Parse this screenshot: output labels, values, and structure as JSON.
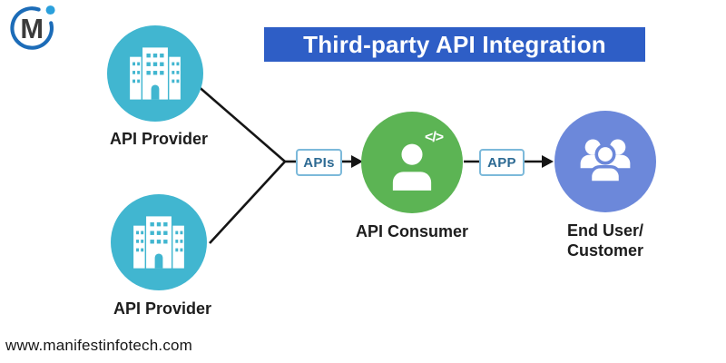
{
  "header": {
    "title": "Third-party API Integration",
    "banner_color": "#2e5ec6",
    "title_color": "#ffffff"
  },
  "logo": {
    "letter": "M",
    "ring_color": "#1c6cb8",
    "dot_color": "#2ba0dc",
    "letter_color": "#3b3b3b"
  },
  "diagram": {
    "providers": [
      {
        "label": "API Provider"
      },
      {
        "label": "API Provider"
      }
    ],
    "provider_color": "#41b6d0",
    "consumer": {
      "label": "API Consumer",
      "color": "#5cb454",
      "code_glyph": "</>"
    },
    "end_user": {
      "label_line1": "End User/",
      "label_line2": "Customer",
      "color": "#6c88da"
    },
    "connectors": [
      {
        "label": "APIs"
      },
      {
        "label": "APP"
      }
    ],
    "connector_border_color": "#7cb9da",
    "connector_text_color": "#2d6a93",
    "line_color": "#151515"
  },
  "footer": {
    "website": "www.manifestinfotech.com"
  }
}
